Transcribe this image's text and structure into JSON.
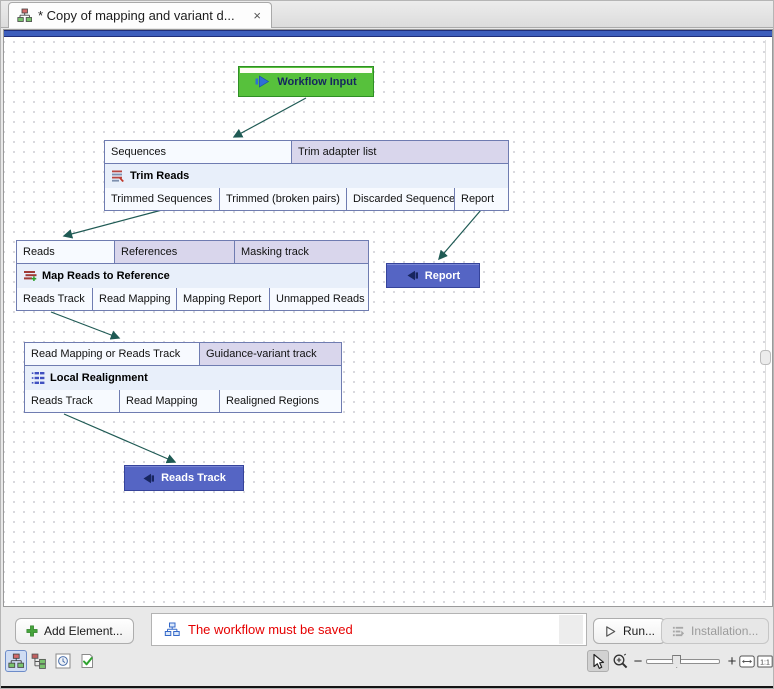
{
  "tab": {
    "title": "* Copy of mapping and variant d...",
    "close_glyph": "×"
  },
  "workflow": {
    "input_node": {
      "label": "Workflow Input"
    },
    "trim_reads": {
      "title": "Trim Reads",
      "inputs": [
        {
          "label": "Sequences",
          "connected": true
        },
        {
          "label": "Trim adapter list",
          "connected": false
        }
      ],
      "outputs": [
        {
          "label": "Trimmed Sequences"
        },
        {
          "label": "Trimmed (broken pairs)"
        },
        {
          "label": "Discarded Sequences"
        },
        {
          "label": "Report"
        }
      ]
    },
    "map_reads_to_reference": {
      "title": "Map Reads to Reference",
      "inputs": [
        {
          "label": "Reads",
          "connected": true
        },
        {
          "label": "References",
          "connected": false
        },
        {
          "label": "Masking track",
          "connected": false
        }
      ],
      "outputs": [
        {
          "label": "Reads Track"
        },
        {
          "label": "Read Mapping"
        },
        {
          "label": "Mapping Report"
        },
        {
          "label": "Unmapped Reads"
        }
      ]
    },
    "local_realignment": {
      "title": "Local Realignment",
      "inputs": [
        {
          "label": "Read Mapping or Reads Track",
          "connected": true
        },
        {
          "label": "Guidance-variant track",
          "connected": false
        }
      ],
      "outputs": [
        {
          "label": "Reads Track"
        },
        {
          "label": "Read Mapping"
        },
        {
          "label": "Realigned Regions"
        }
      ]
    },
    "report_output": {
      "label": "Report"
    },
    "reads_track_output": {
      "label": "Reads Track"
    }
  },
  "toolbar": {
    "add_element_label": "Add Element...",
    "status_message": "The workflow must be saved",
    "run_label": "Run...",
    "installation_label": "Installation..."
  },
  "zoom_controls": {
    "minus": "−",
    "plus": "+",
    "ratio": "1:1"
  },
  "colors": {
    "input_node_green": "#57c13c",
    "output_node_blue": "#5565c4",
    "node_border": "#6f7cb1",
    "unconnected_port": "#d9d6ec",
    "status_red": "#e60000",
    "connection_arrow": "#1f5a54",
    "canvas_accent_bar": "#3d5ebc"
  }
}
